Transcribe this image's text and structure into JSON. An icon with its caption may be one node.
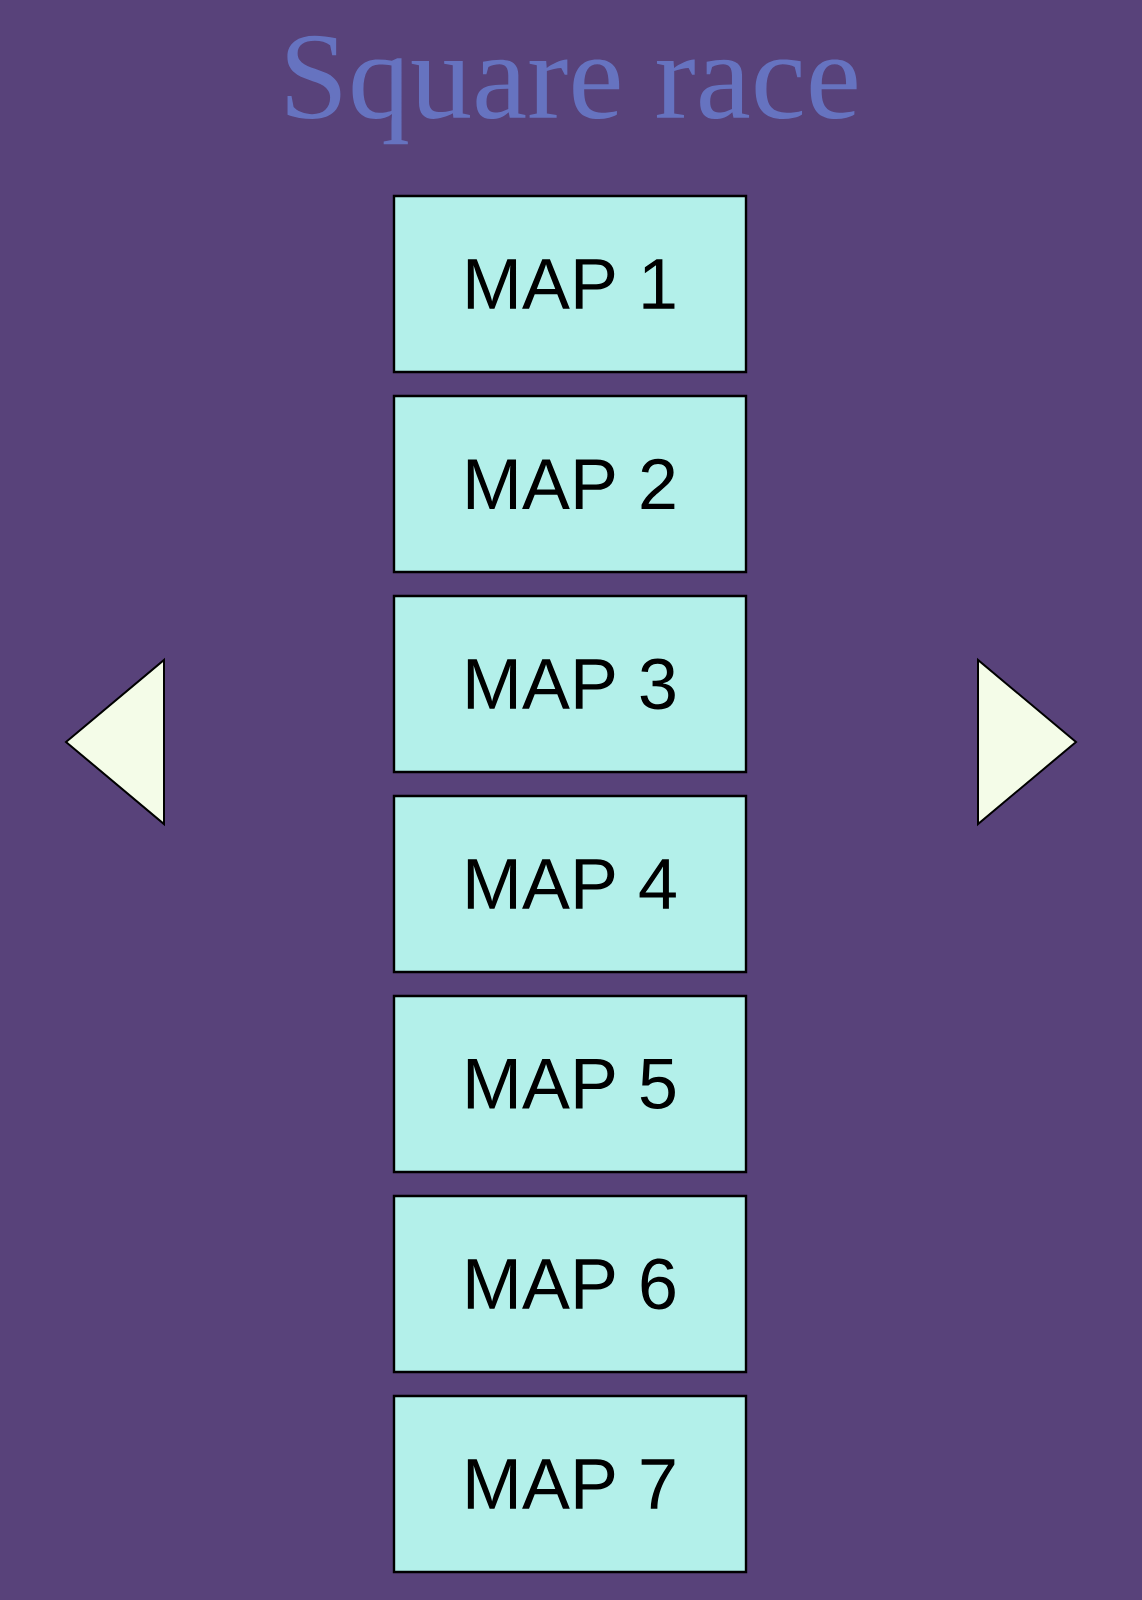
{
  "diagram": {
    "title": "Square race",
    "nodes": [
      {
        "text": [
          "MAP 1"
        ]
      },
      {
        "text": [
          "MAP 2"
        ]
      },
      {
        "text": [
          "MAP 3"
        ]
      },
      {
        "text": [
          "MAP 4"
        ]
      },
      {
        "text": [
          "MAP 5"
        ]
      },
      {
        "text": [
          "MAP 6"
        ]
      },
      {
        "text": [
          "MAP 7"
        ]
      }
    ]
  }
}
